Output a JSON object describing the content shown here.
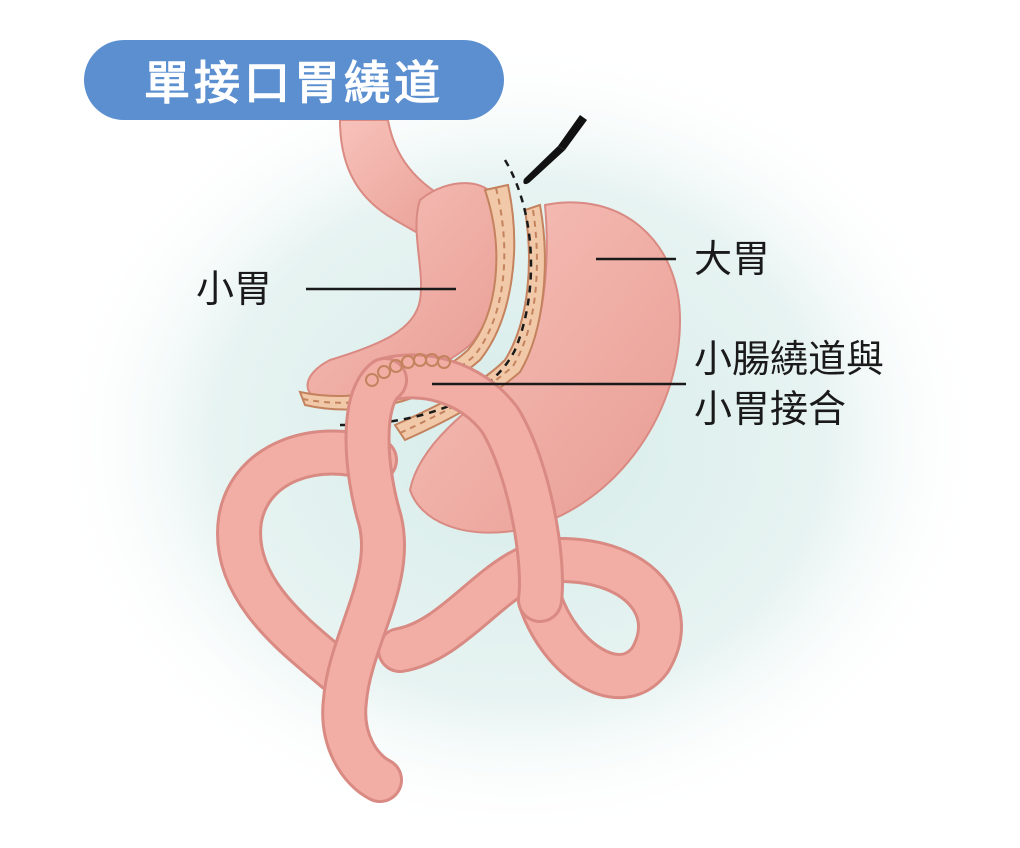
{
  "title": "單接口胃繞道",
  "labels": {
    "small_stomach": "小胃",
    "large_stomach": "大胃",
    "anastomosis_line1": "小腸繞道與",
    "anastomosis_line2": "小胃接合"
  },
  "colors": {
    "title_pill": "#5b8fd0",
    "tissue": "#f2aea5",
    "tissue_shadow": "#d98a82",
    "staple_band": "#f1c9a8",
    "staple_line": "#c4825e",
    "background_glow": "#d6ece9",
    "leader_line": "#1a1a1a"
  },
  "icons": {
    "scalpel": "scalpel-icon"
  }
}
